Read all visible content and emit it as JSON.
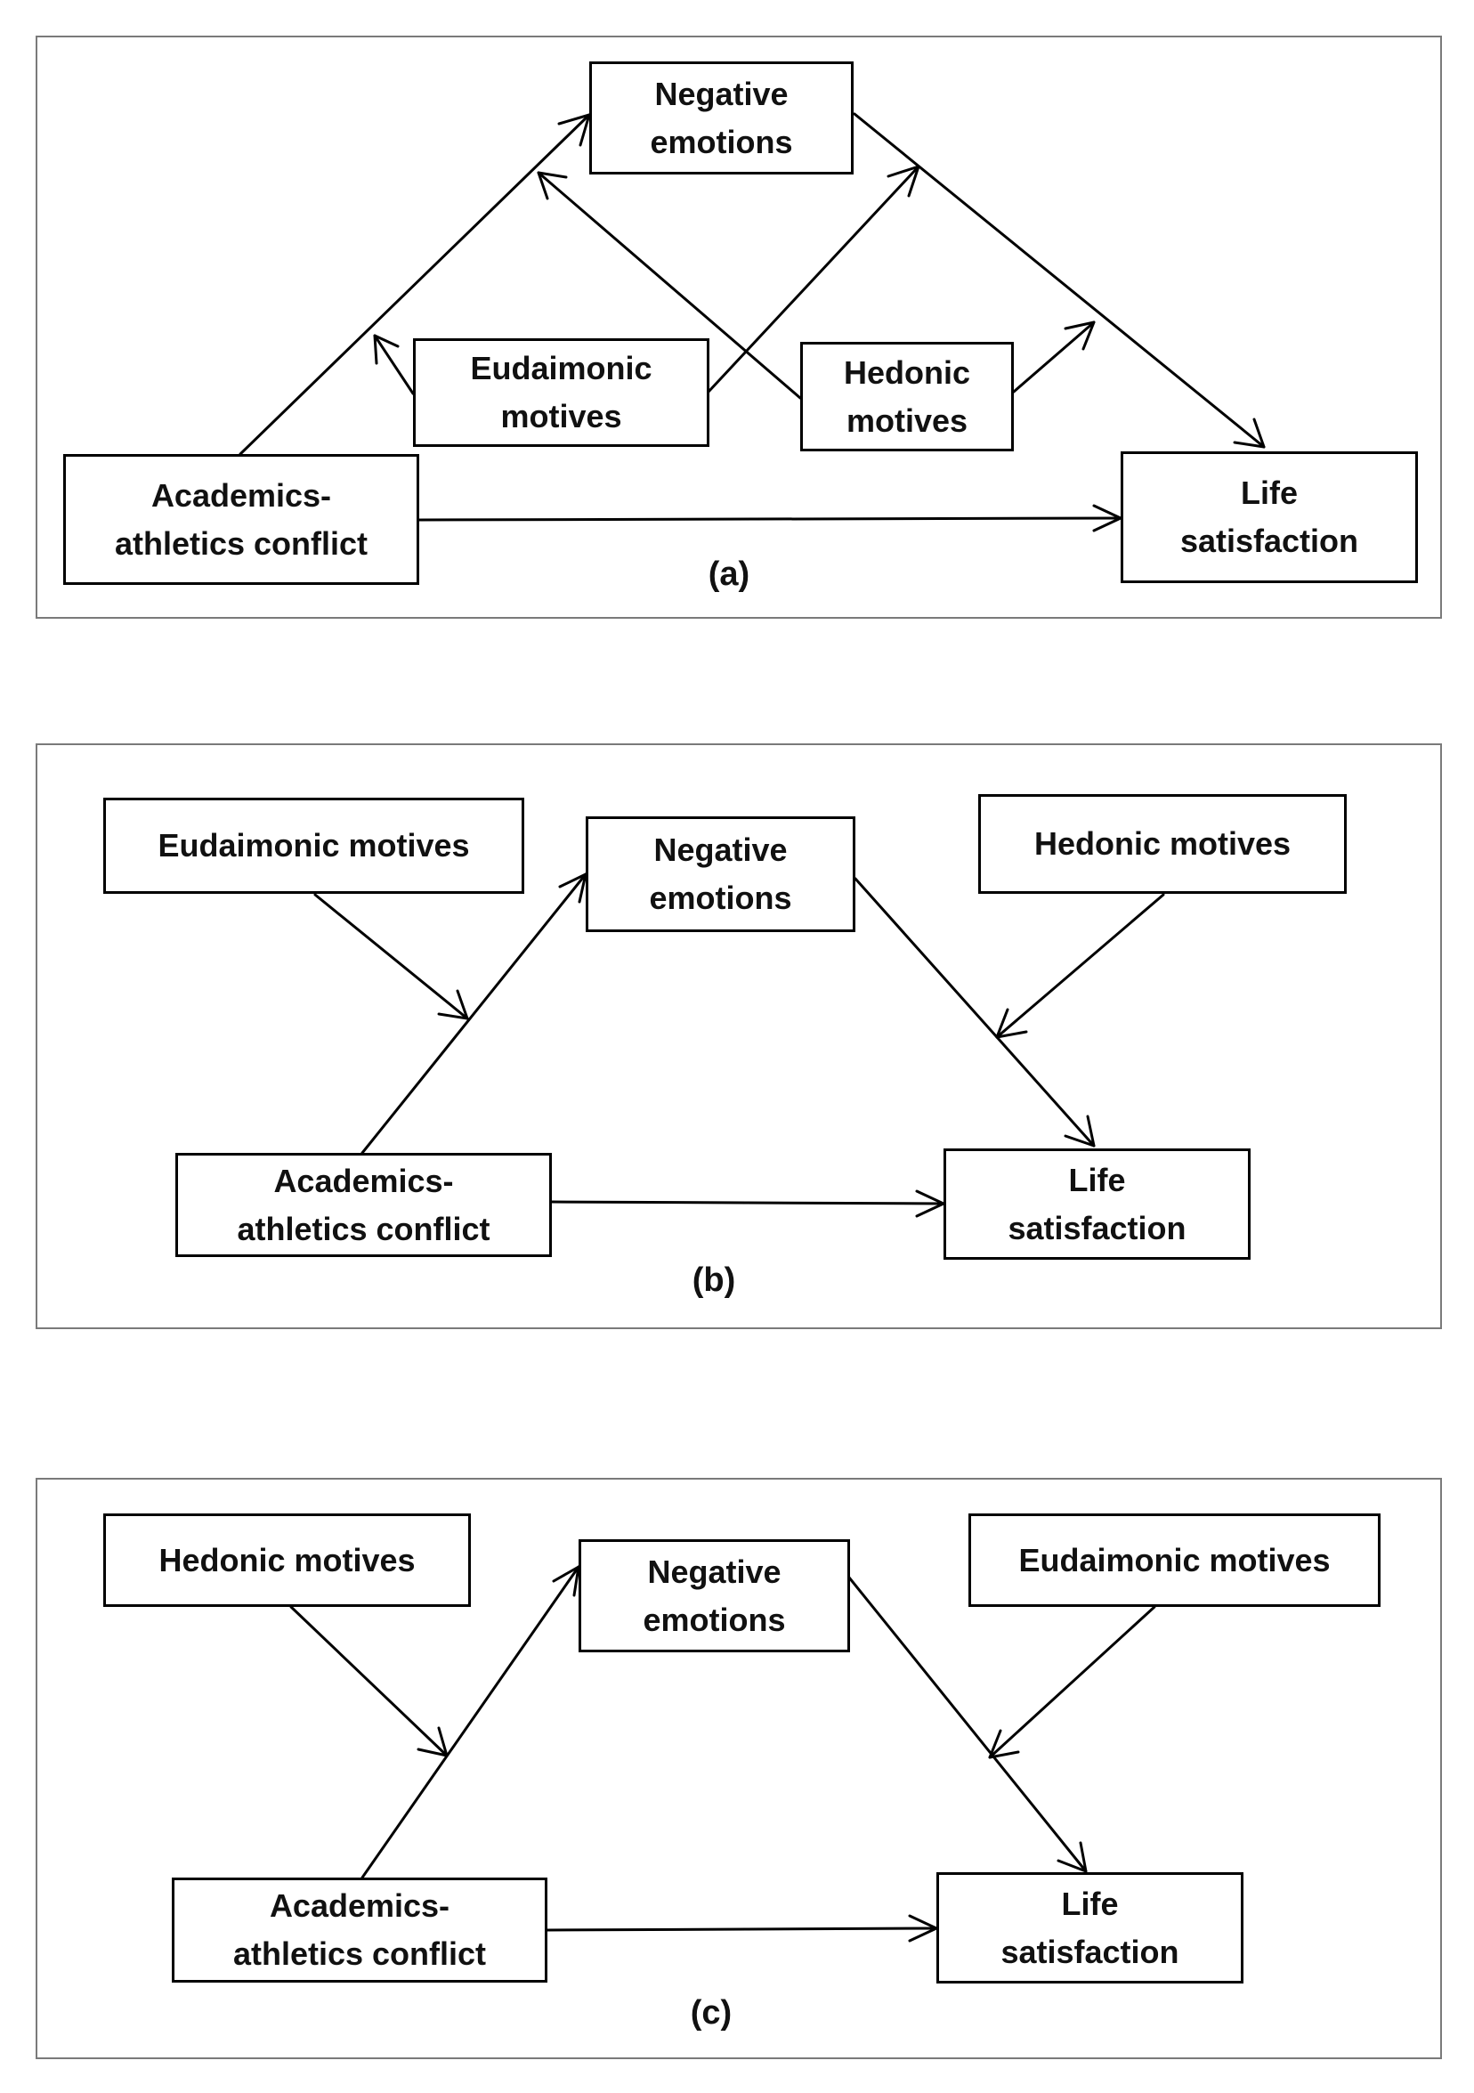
{
  "panels": [
    {
      "id": "a",
      "label": "(a)",
      "nodes": {
        "neg": "Negative\nemotions",
        "eud": "Eudaimonic\nmotives",
        "hed": "Hedonic\nmotives",
        "aac": "Academics-\nathletics conflict",
        "ls": "Life\nsatisfaction"
      }
    },
    {
      "id": "b",
      "label": "(b)",
      "nodes": {
        "eud": "Eudaimonic motives",
        "neg": "Negative\nemotions",
        "hed": "Hedonic motives",
        "aac": "Academics-\nathletics conflict",
        "ls": "Life\nsatisfaction"
      }
    },
    {
      "id": "c",
      "label": "(c)",
      "nodes": {
        "hed": "Hedonic motives",
        "neg": "Negative\nemotions",
        "eud": "Eudaimonic motives",
        "aac": "Academics-\nathletics conflict",
        "ls": "Life\nsatisfaction"
      }
    }
  ],
  "colors": {
    "stroke": "#000000",
    "border": "#7a7a7a"
  }
}
